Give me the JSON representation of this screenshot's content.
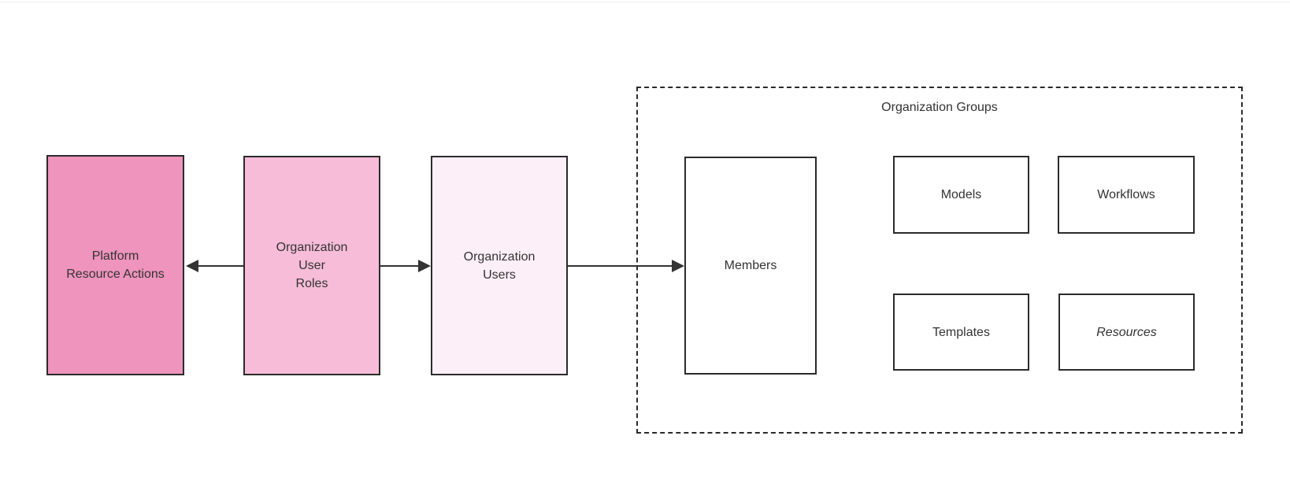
{
  "group": {
    "title": "Organization Groups"
  },
  "nodes": {
    "platform": {
      "label": "Platform\nResource Actions",
      "fill": "#ee94bd"
    },
    "roles": {
      "label": "Organization\nUser\nRoles",
      "fill": "#f6bcd8"
    },
    "users": {
      "label": "Organization\nUsers",
      "fill": "#fdeff7"
    },
    "members": {
      "label": "Members",
      "fill": "#ffffff"
    },
    "models": {
      "label": "Models",
      "fill": "#ffffff"
    },
    "workflows": {
      "label": "Workflows",
      "fill": "#ffffff"
    },
    "templates": {
      "label": "Templates",
      "fill": "#ffffff"
    },
    "resources": {
      "label": "Resources",
      "fill": "#ffffff"
    }
  },
  "edges": [
    {
      "from": "Organization User Roles",
      "to": "Platform Resource Actions",
      "direction": "left"
    },
    {
      "from": "Organization User Roles",
      "to": "Organization Users",
      "direction": "right"
    },
    {
      "from": "Organization Users",
      "to": "Members",
      "direction": "right"
    }
  ],
  "colors": {
    "node_border": "#2b2b2b",
    "dashed_border": "#2b2b2b",
    "text": "#333333",
    "arrow": "#333333",
    "top_divider": "#ebebeb",
    "platform_fill": "#ee94bd",
    "roles_fill": "#f6bcd8",
    "users_fill": "#fdeff7"
  }
}
